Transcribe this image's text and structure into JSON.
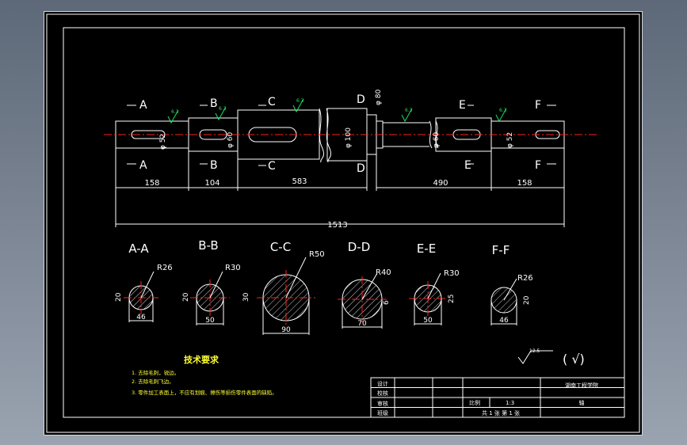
{
  "drawing": {
    "sections_top": [
      "A",
      "B",
      "C",
      "D",
      "E",
      "F"
    ],
    "diameters": {
      "a": "φ 52",
      "b": "φ 60",
      "c": "φ 100",
      "d": "φ 80",
      "e": "φ 60",
      "f": "φ 52"
    },
    "roughness_marks": [
      "6.3",
      "6.3",
      "6.3",
      "6.3",
      "6.3"
    ],
    "dims": {
      "d158a": "158",
      "d104": "104",
      "d583": "583",
      "d490": "490",
      "d158b": "158",
      "total": "1513"
    },
    "section_views": [
      {
        "title": "A-A",
        "radius": "R26",
        "left": "20",
        "bottom": "46"
      },
      {
        "title": "B-B",
        "radius": "R30",
        "left": "20",
        "bottom": "50"
      },
      {
        "title": "C-C",
        "radius": "R50",
        "left": "30",
        "bottom": "90"
      },
      {
        "title": "D-D",
        "radius": "R40",
        "left": "",
        "bottom": "70",
        "right": "6"
      },
      {
        "title": "E-E",
        "radius": "R30",
        "left": "",
        "bottom": "50",
        "right": "25"
      },
      {
        "title": "F-F",
        "radius": "R26",
        "left": "",
        "bottom": "46",
        "right": "20"
      }
    ],
    "tech_req": {
      "title": "技术要求",
      "items": [
        "1. 去除毛刺，锐边。",
        "2. 去除毛刺飞边。",
        "3. 零件加工表面上，不应有划痕、擦伤等损伤零件表面的缺陷。"
      ]
    },
    "roughness_symbol": {
      "value": "12.5",
      "paren": "( √)"
    },
    "title_block": {
      "rows": [
        "设计",
        "校核",
        "审核",
        "班级"
      ],
      "school": "湖南工程学院",
      "part": "轴",
      "scale_label": "比例",
      "scale": "1:3",
      "sheets": "共 1 张 第 1 张"
    }
  }
}
